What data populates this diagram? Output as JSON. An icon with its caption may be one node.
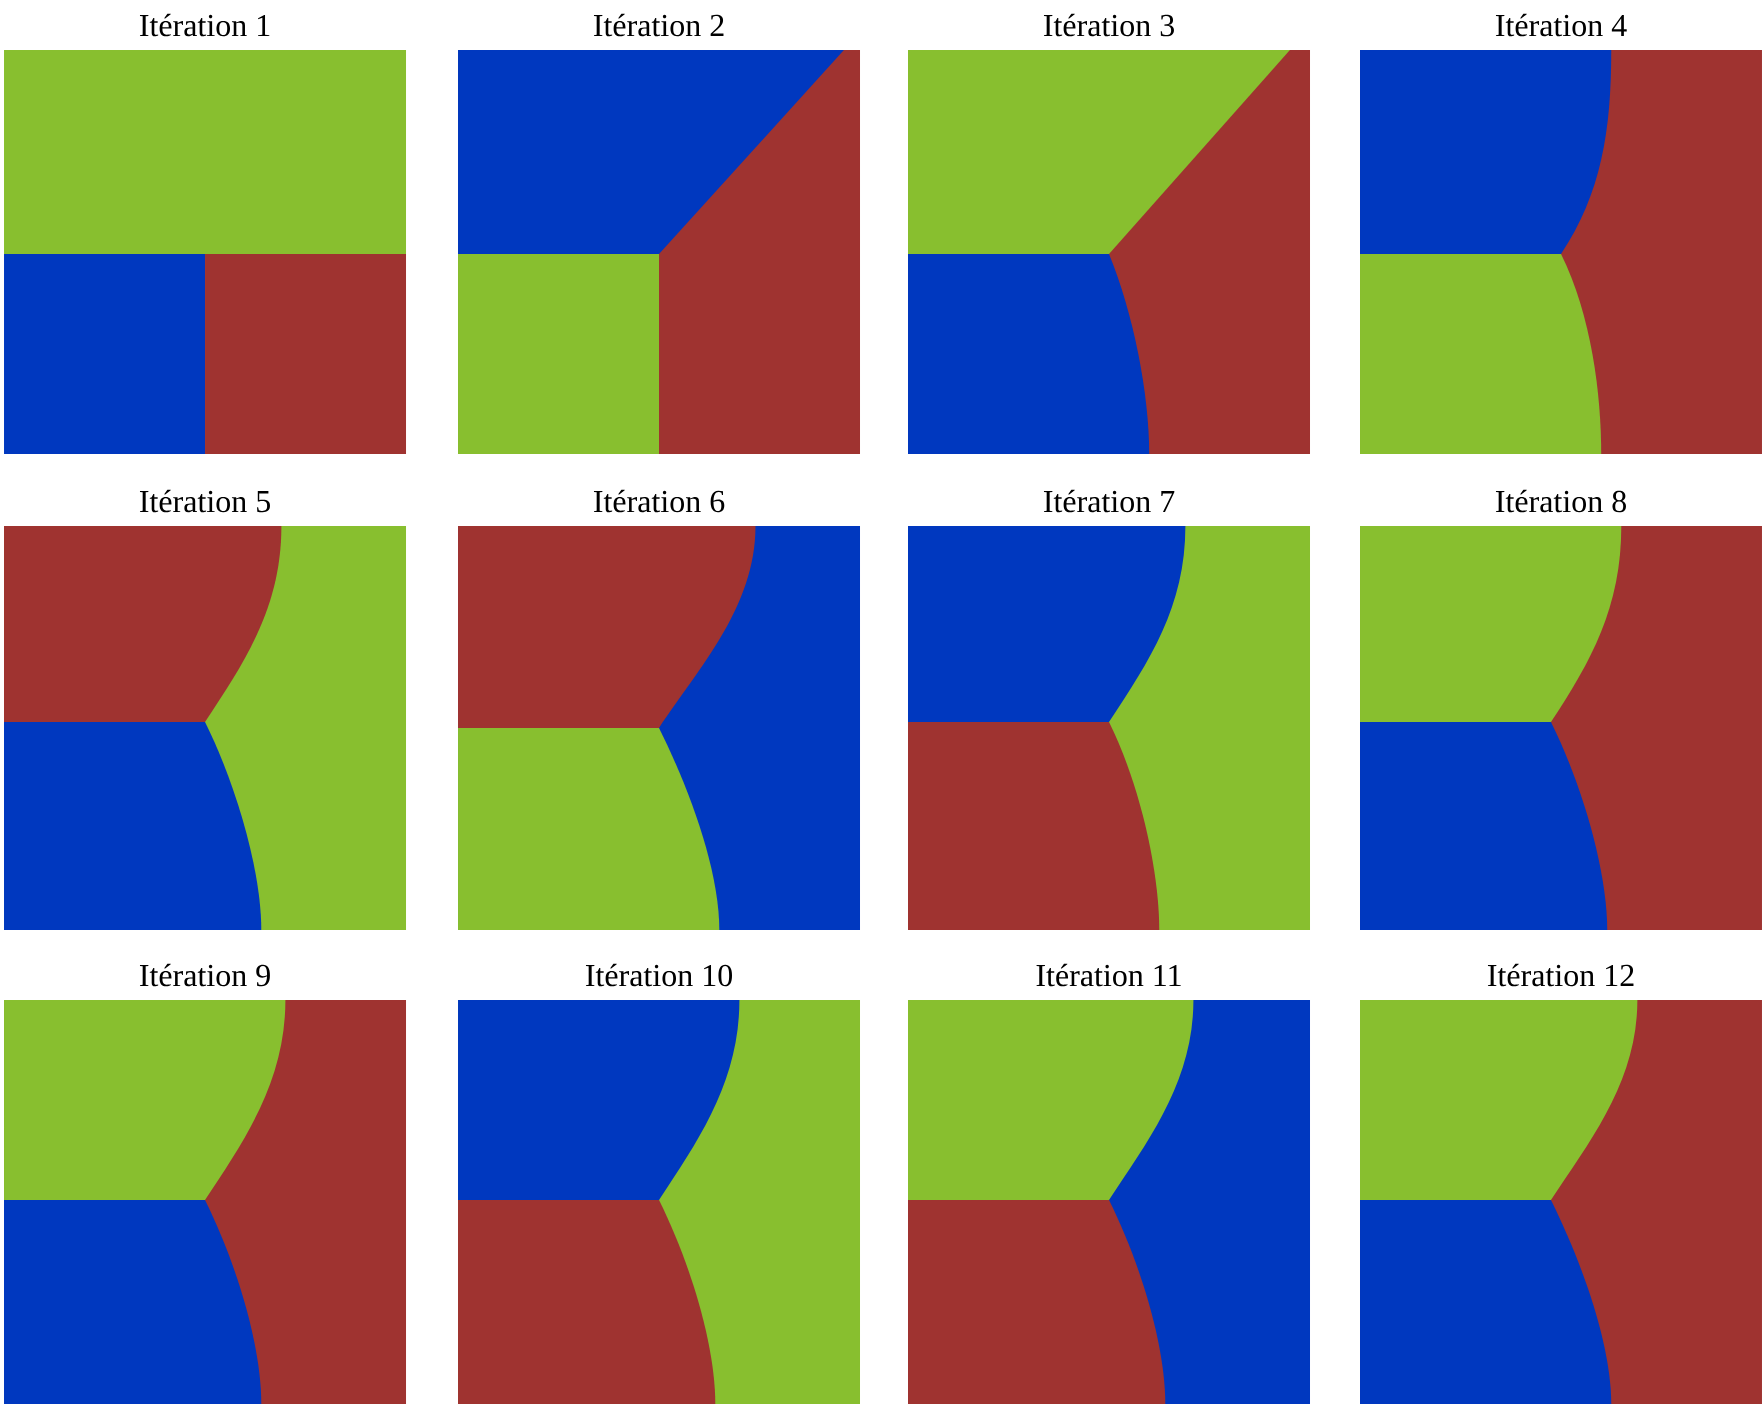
{
  "diagram": {
    "labels": [
      "Itération 1",
      "Itération 2",
      "Itération 3",
      "Itération 4",
      "Itération 5",
      "Itération 6",
      "Itération 7",
      "Itération 8",
      "Itération 9",
      "Itération 10",
      "Itération 11",
      "Itération 12"
    ]
  }
}
